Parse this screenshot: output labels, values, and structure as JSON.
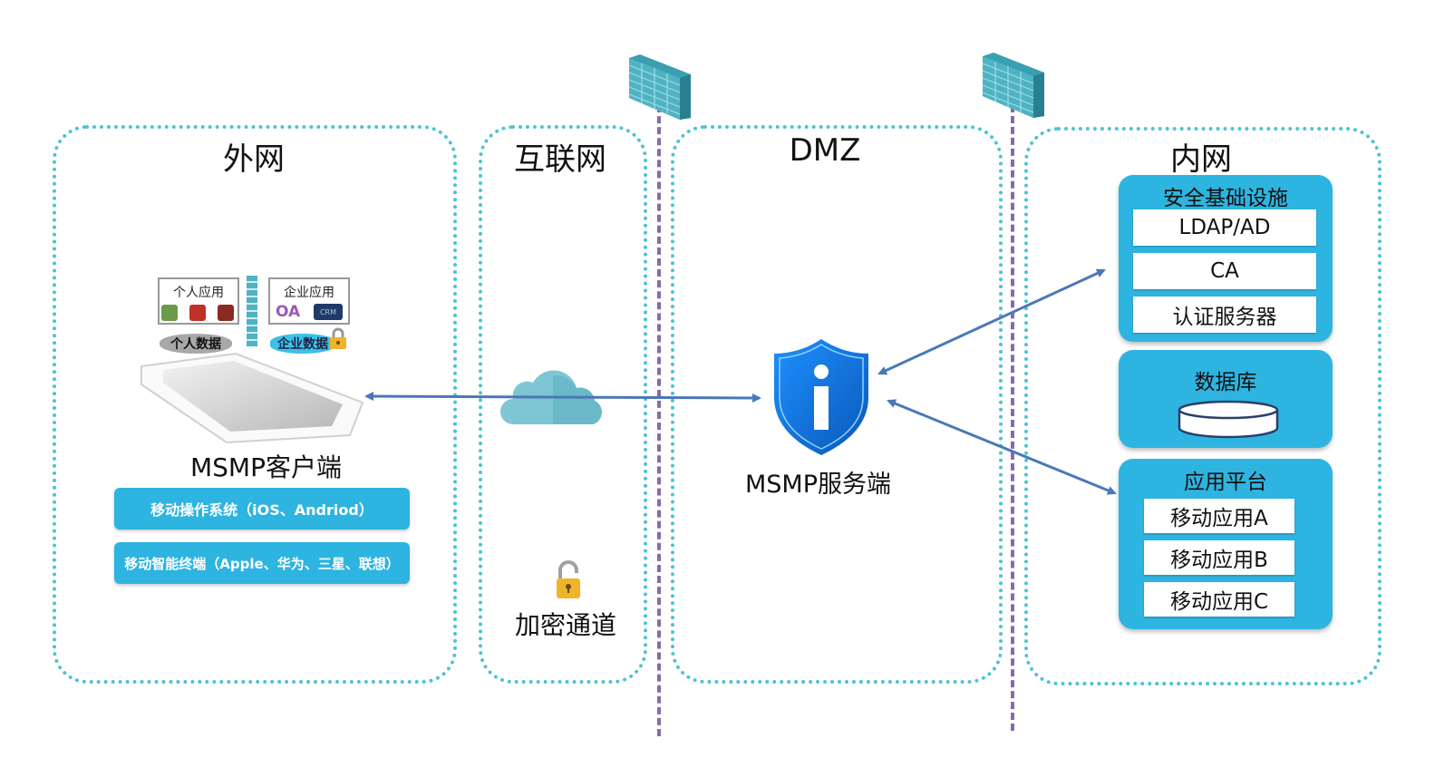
{
  "zones": {
    "external": {
      "title": "外网"
    },
    "internet": {
      "title": "互联网"
    },
    "dmz": {
      "title": "DMZ"
    },
    "intranet": {
      "title": "内网"
    }
  },
  "client": {
    "personal_apps_label": "个人应用",
    "enterprise_apps_label": "企业应用",
    "personal_data_label": "个人数据",
    "enterprise_data_label": "企业数据",
    "enterprise_app_icons": [
      "OA",
      "CRM"
    ],
    "title": "MSMP客户端",
    "os_label": "移动操作系统（iOS、Andriod）",
    "devices_label": "移动智能终端（Apple、华为、三星、联想）"
  },
  "internet": {
    "tunnel_label": "加密通道"
  },
  "server": {
    "title": "MSMP服务端"
  },
  "intranet": {
    "security": {
      "title": "安全基础设施",
      "items": [
        "LDAP/AD",
        "CA",
        "认证服务器"
      ]
    },
    "database": {
      "title": "数据库"
    },
    "app_platform": {
      "title": "应用平台",
      "items": [
        "移动应用A",
        "移动应用B",
        "移动应用C"
      ]
    }
  },
  "colors": {
    "zone_border": "#4cc3d3",
    "panel_blue": "#2eb4e0",
    "arrow": "#4a78b8",
    "firewall": "#3a9fb0",
    "boundary_line": "#8a6aa6"
  }
}
